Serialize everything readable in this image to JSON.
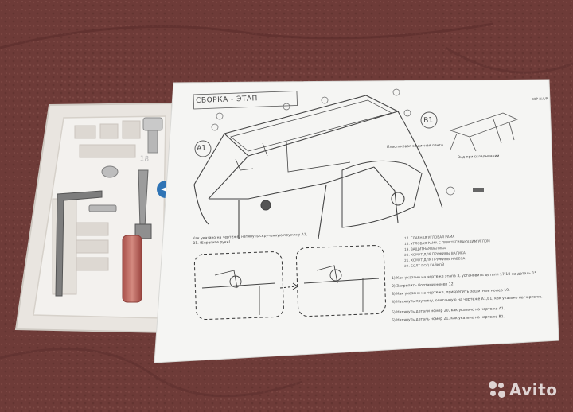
{
  "instruction_sheet": {
    "title": "СБОРКА - ЭТАП",
    "top_right_code": "ВЭР-№А/Р",
    "caption_right": "Вид при складывании",
    "label_b1": "B1",
    "label_a1": "A1",
    "caption_left": "Как указано на чертеже, натянуть скрученную пружину А1, В1. (Берегите руки)",
    "callouts": [
      "17. ГЛАВНАЯ УГЛОВАЯ РАМА",
      "18. УГЛОВАЯ РАМА С ПРИСТЕГИВАЮЩИМ УГЛОМ",
      "19. ЗАЩИТНАЯ ВАЛИКА",
      "20. ХОМУТ ДЛЯ ПРУЖИНЫ ВАЛИКА",
      "21. ХОМУТ ДЛЯ ПРУЖИНЫ НАВЕСА",
      "22. БОЛТ ПОД ГАЙКОЙ"
    ],
    "rail_label": "Пластиковая защитная лента",
    "steps": [
      "1) Как указано на чертеже этапа 3, установить детали 17,18 на деталь 15.",
      "2) Закрепить болтами номер 12.",
      "3) Как указано на чертеже, прикрепить защитные номер 19.",
      "4) Натянуть пружину, описанную на чертеже А1,В1, как указано на чертеже.",
      "5) Натянуть детали номер 20, как указано на чертеже А1.",
      "6) Натянуть деталь номер 21, как указано на чертеже В1."
    ]
  },
  "tray": {
    "number_label": "18"
  },
  "watermark": {
    "brand": "Avito"
  },
  "colors": {
    "carpet": "#6e3b38",
    "paper": "#f4f4f2",
    "tray": "#e6e2dd",
    "handle": "#c46e66",
    "blue_sticker": "#2f74b5"
  }
}
